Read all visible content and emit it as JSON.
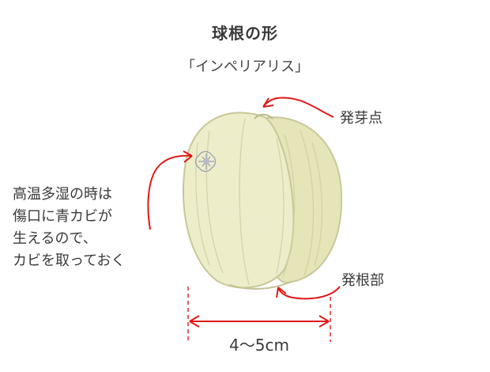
{
  "title": "球根の形",
  "subtitle": "「インペリアリス」",
  "labels": {
    "sprout_point": "発芽点",
    "root_part": "発根部",
    "size": "4〜5cm"
  },
  "note_lines": [
    "高温多湿の時は",
    "傷口に青カビが",
    "生えるので、",
    "カビを取っておく"
  ],
  "colors": {
    "bulb_fill": "#ecebc4",
    "bulb_shade": "#cfcf9e",
    "mold": "#9aa0b4",
    "arrow_red": "#e01818"
  }
}
